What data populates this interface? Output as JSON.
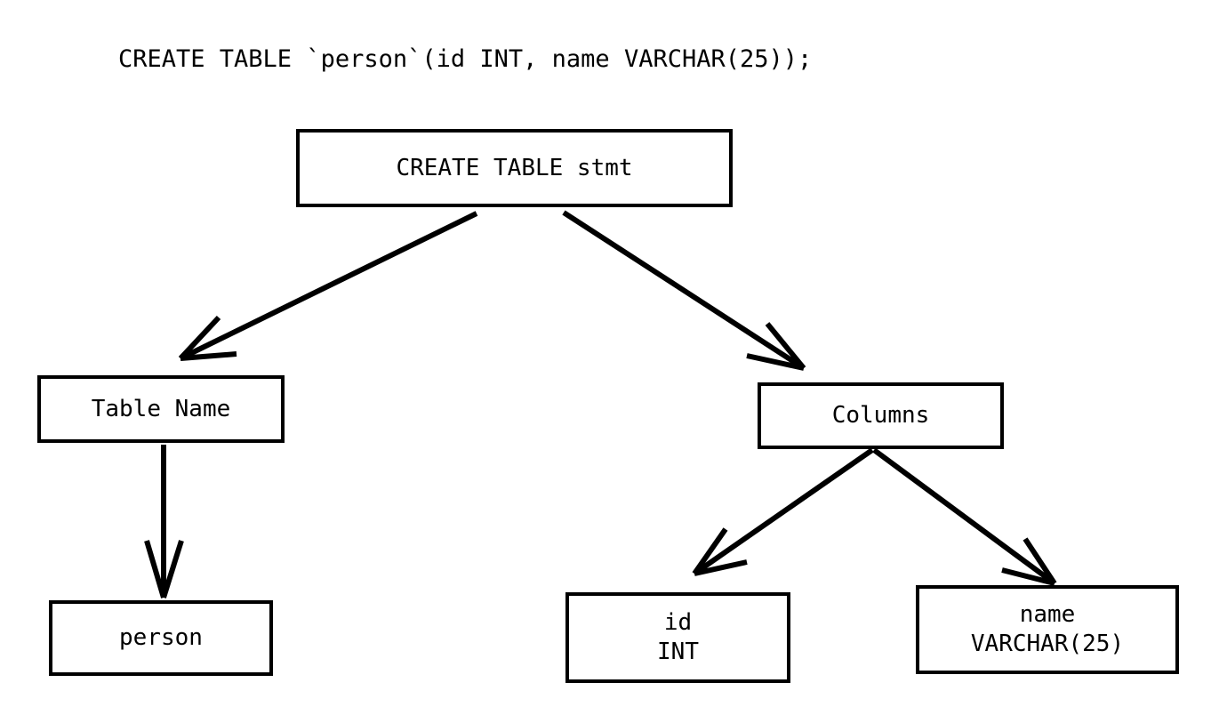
{
  "diagram": {
    "title_code": "CREATE TABLE `person`(id INT, name VARCHAR(25));",
    "background_color": "#ffffff",
    "stroke_color": "#000000",
    "nodes": [
      {
        "id": "root",
        "label": "CREATE TABLE stmt",
        "lines": [
          "CREATE TABLE stmt"
        ]
      },
      {
        "id": "table_name",
        "label": "Table Name",
        "lines": [
          "Table Name"
        ]
      },
      {
        "id": "columns",
        "label": "Columns",
        "lines": [
          "Columns"
        ]
      },
      {
        "id": "person",
        "label": "person",
        "lines": [
          "person"
        ]
      },
      {
        "id": "col_id",
        "label": "id INT",
        "lines": [
          "id",
          "INT"
        ]
      },
      {
        "id": "col_name",
        "label": "name VARCHAR(25)",
        "lines": [
          "name",
          "VARCHAR(25)"
        ]
      }
    ],
    "edges": [
      {
        "from": "root",
        "to": "table_name",
        "style": "arrow"
      },
      {
        "from": "root",
        "to": "columns",
        "style": "arrow"
      },
      {
        "from": "table_name",
        "to": "person",
        "style": "arrow"
      },
      {
        "from": "columns",
        "to": "col_id",
        "style": "arrow"
      },
      {
        "from": "columns",
        "to": "col_name",
        "style": "arrow"
      }
    ]
  }
}
